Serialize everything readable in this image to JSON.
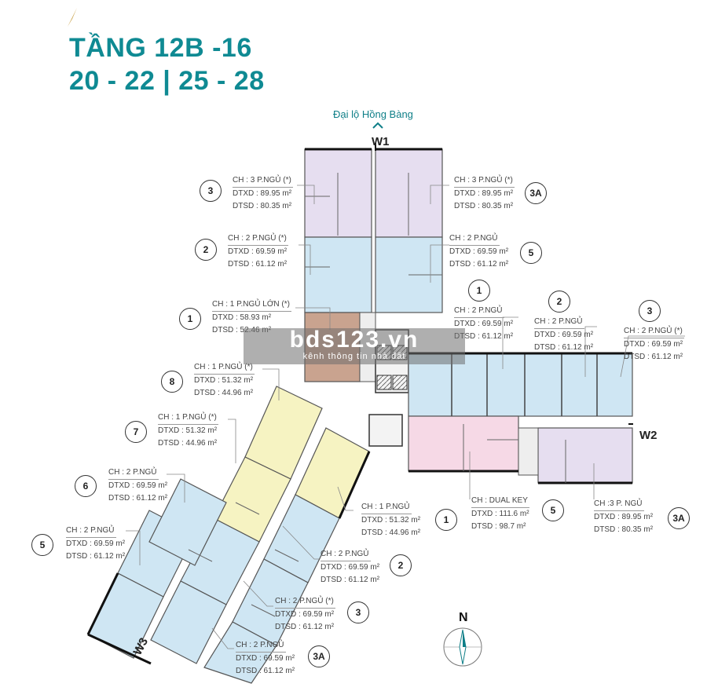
{
  "header": {
    "title_line1": "TẦNG 12B -16",
    "title_line2": "20 - 22 | 25 - 28",
    "road": "Đại lộ Hồng Bàng"
  },
  "wings": {
    "w1": "W1",
    "w2": "W2",
    "w3": "W3"
  },
  "compass": {
    "label": "N"
  },
  "watermark": {
    "main": "bds123.vn",
    "sub": "kênh thông tin nhà đất"
  },
  "colors": {
    "title": "#0f8a93",
    "blue_unit": "#cfe6f3",
    "purple_unit": "#e6def0",
    "pink_unit": "#f6d9e6",
    "yellow_unit": "#f6f3c2",
    "brown_unit": "#c9a38f"
  },
  "units": [
    {
      "num": "3",
      "type": "CH : 3 P.NGỦ (*)",
      "dtxd": "DTXD :  89.95 m²",
      "dtsd": "DTSD :  80.35 m²"
    },
    {
      "num": "3A",
      "type": "CH : 3 P.NGỦ (*)",
      "dtxd": "DTXD :  89.95 m²",
      "dtsd": "DTSD :  80.35 m²"
    },
    {
      "num": "2",
      "type": "CH : 2 P.NGỦ (*)",
      "dtxd": "DTXD : 69.59 m²",
      "dtsd": "DTSD :  61.12 m²"
    },
    {
      "num": "5",
      "type": "CH : 2 P.NGỦ",
      "dtxd": "DTXD : 69.59 m²",
      "dtsd": "DTSD :  61.12 m²"
    },
    {
      "num": "1",
      "type": "CH : 1 P.NGỦ LỚN (*)",
      "dtxd": "DTXD :  58.93 m²",
      "dtsd": "DTSD :  52.46 m²"
    },
    {
      "num": "1",
      "type": "CH : 2 P.NGỦ",
      "dtxd": "DTXD : 69.59 m²",
      "dtsd": "DTSD :  61.12 m²"
    },
    {
      "num": "2",
      "type": "CH : 2 P.NGỦ",
      "dtxd": "DTXD : 69.59 m²",
      "dtsd": "DTSD :  61.12 m²"
    },
    {
      "num": "3",
      "type": "CH : 2 P.NGỦ (*)",
      "dtxd": "DTXD : 69.59 m²",
      "dtsd": "DTSD :  61.12 m²"
    },
    {
      "num": "8",
      "type": "CH : 1 P.NGỦ (*)",
      "dtxd": "DTXD :   51.32 m²",
      "dtsd": "DTSD :  44.96 m²"
    },
    {
      "num": "7",
      "type": "CH : 1 P.NGỦ (*)",
      "dtxd": "DTXD :   51.32 m²",
      "dtsd": "DTSD :  44.96 m²"
    },
    {
      "num": "6",
      "type": "CH : 2 P.NGỦ",
      "dtxd": "DTXD : 69.59 m²",
      "dtsd": "DTSD :  61.12 m²"
    },
    {
      "num": "5",
      "type": "CH : 2 P.NGỦ",
      "dtxd": "DTXD : 69.59 m²",
      "dtsd": "DTSD :  61.12 m²"
    },
    {
      "num": "1",
      "type": "CH : 1 P.NGỦ",
      "dtxd": "DTXD :   51.32 m²",
      "dtsd": "DTSD :   44.96 m²"
    },
    {
      "num": "5",
      "type": "CH : DUAL KEY",
      "dtxd": "DTXD :  111.6 m²",
      "dtsd": "DTSD :    98.7 m²"
    },
    {
      "num": "3A",
      "type": "CH :3 P. NGỦ",
      "dtxd": "DTXD :  89.95 m²",
      "dtsd": "DTSD :  80.35 m²"
    },
    {
      "num": "2",
      "type": "CH : 2 P.NGỦ",
      "dtxd": "DTXD : 69.59 m²",
      "dtsd": "DTSD :  61.12 m²"
    },
    {
      "num": "3",
      "type": "CH : 2 P.NGỦ (*)",
      "dtxd": "DTXD : 69.59 m²",
      "dtsd": "DTSD :  61.12 m²"
    },
    {
      "num": "3A",
      "type": "CH : 2 P.NGỦ",
      "dtxd": "DTXD : 69.59 m²",
      "dtsd": "DTSD :  61.12 m²"
    }
  ]
}
